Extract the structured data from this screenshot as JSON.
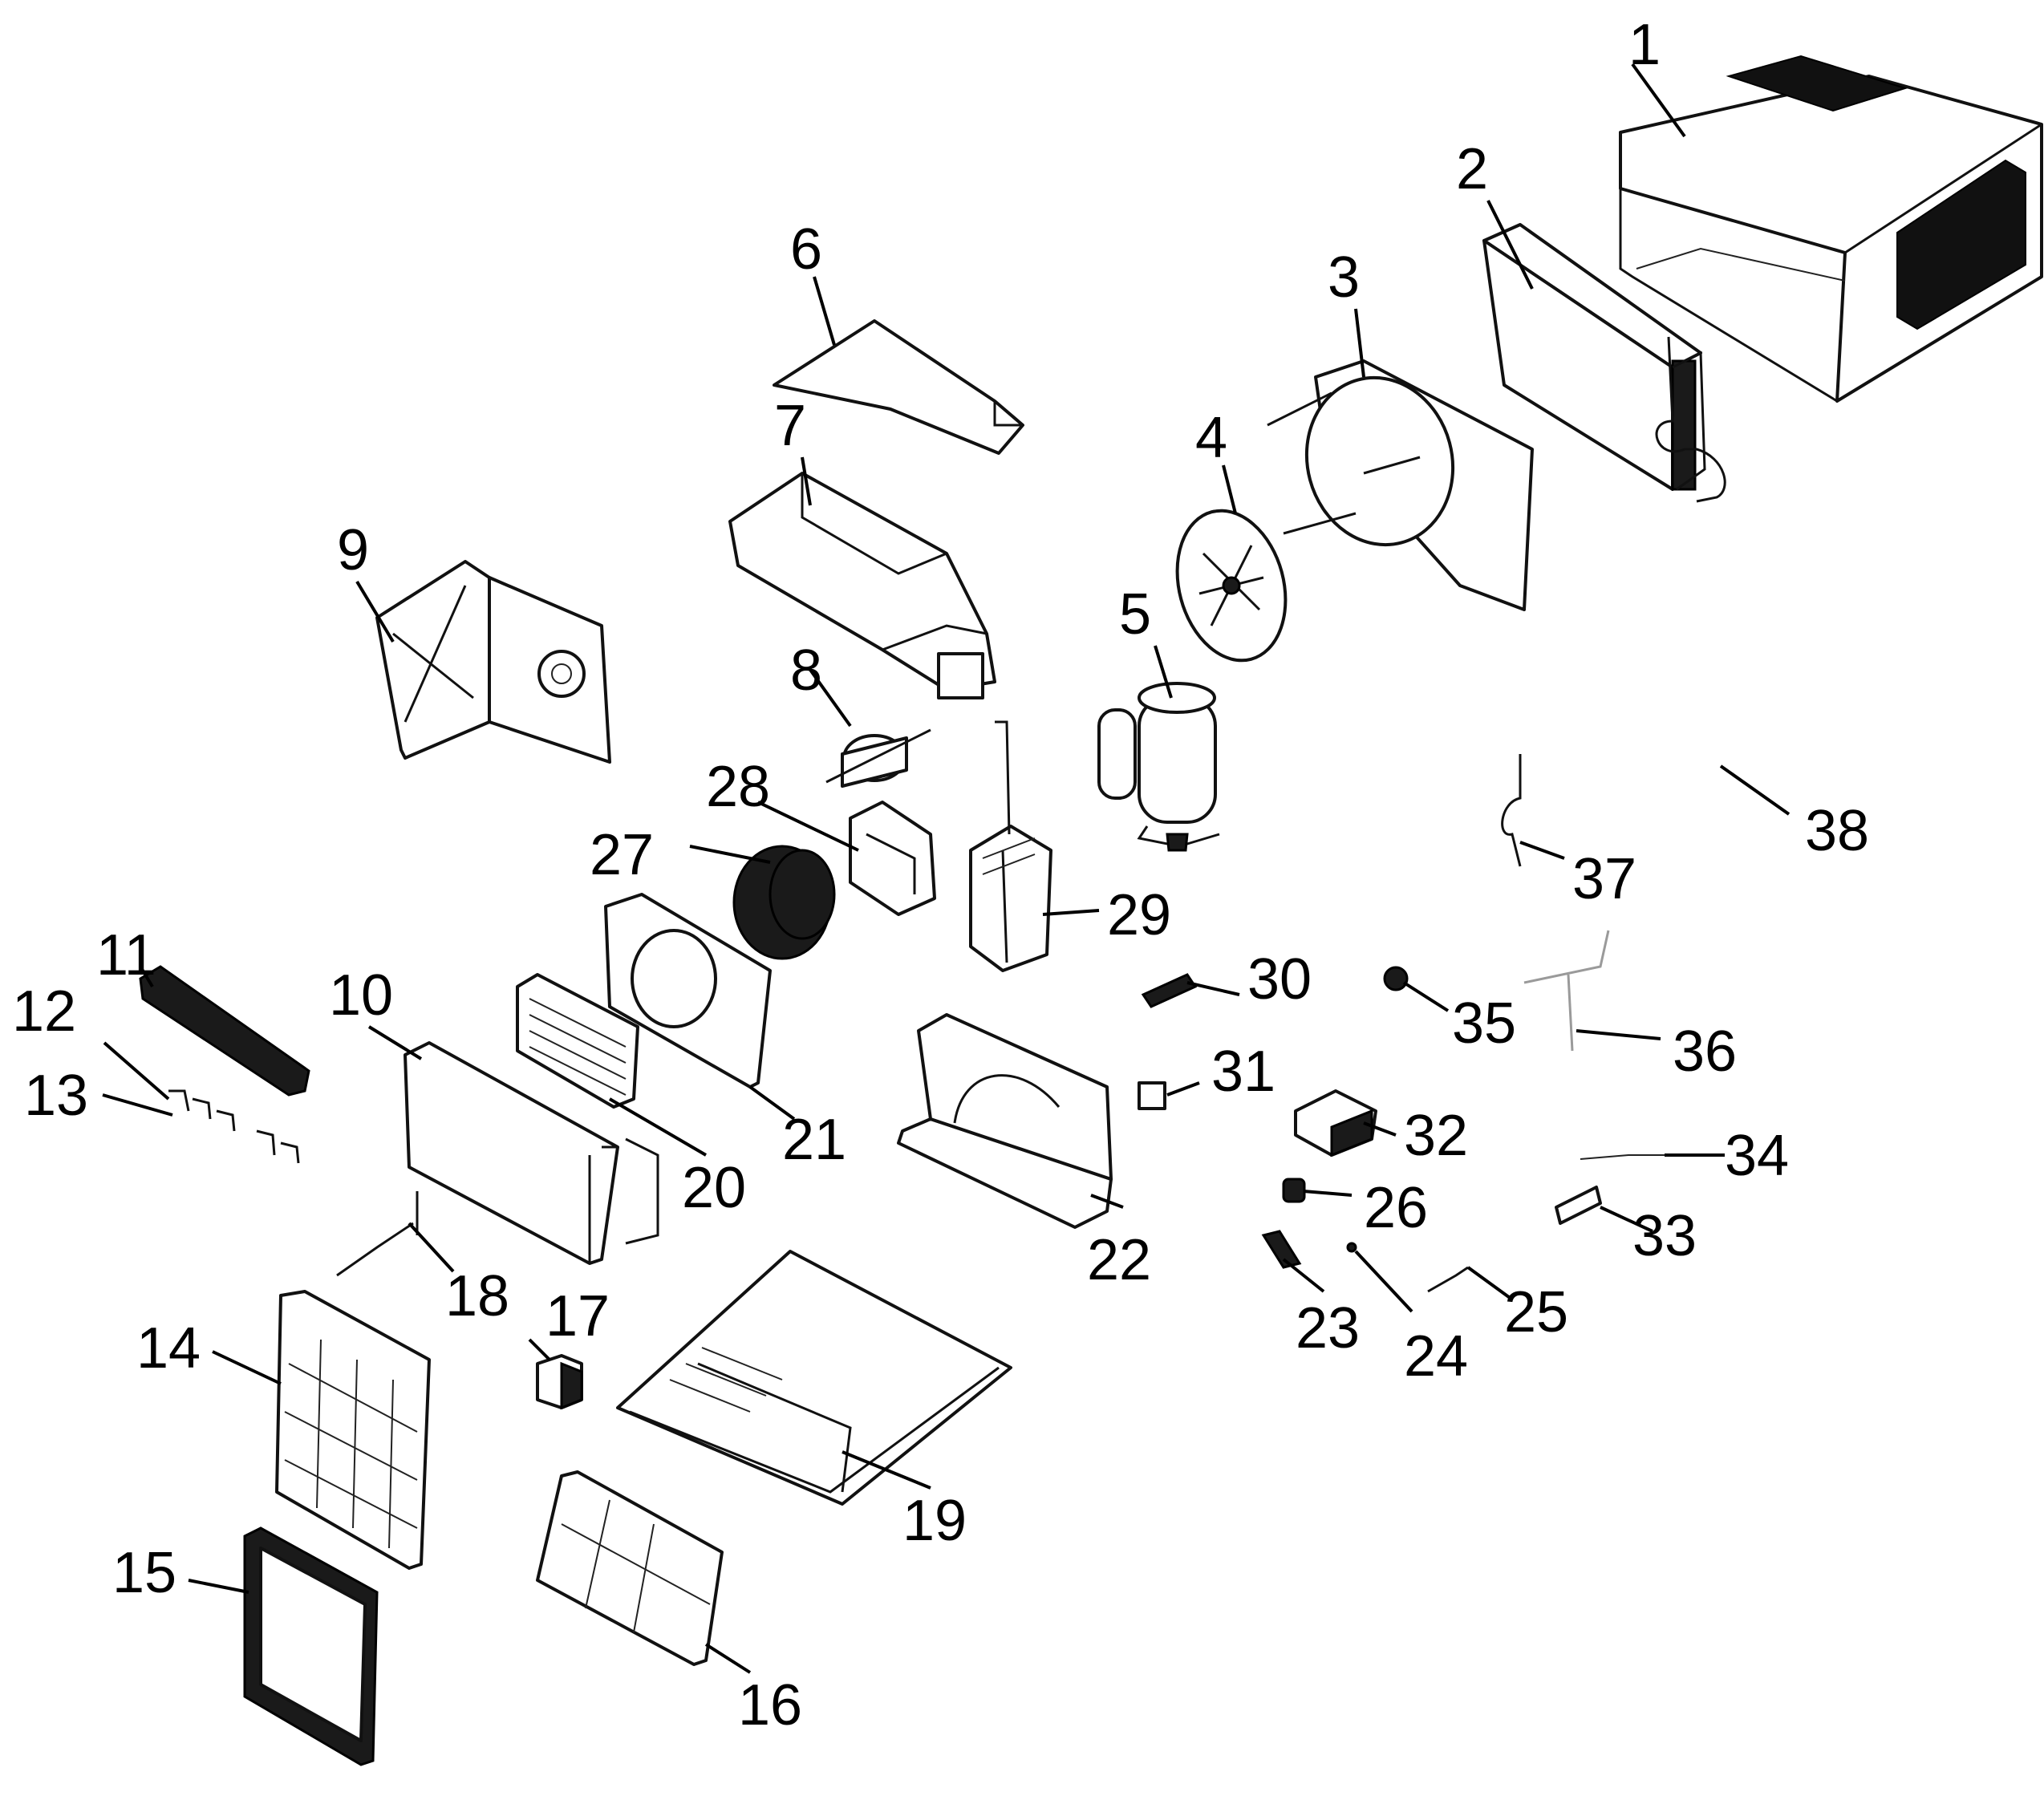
{
  "diagram": {
    "callouts": [
      "1",
      "2",
      "3",
      "4",
      "5",
      "6",
      "7",
      "8",
      "9",
      "10",
      "11",
      "12",
      "13",
      "14",
      "15",
      "16",
      "17",
      "18",
      "19",
      "20",
      "21",
      "22",
      "23",
      "24",
      "25",
      "26",
      "27",
      "28",
      "29",
      "30",
      "31",
      "32",
      "33",
      "34",
      "35",
      "36",
      "37",
      "38"
    ]
  }
}
